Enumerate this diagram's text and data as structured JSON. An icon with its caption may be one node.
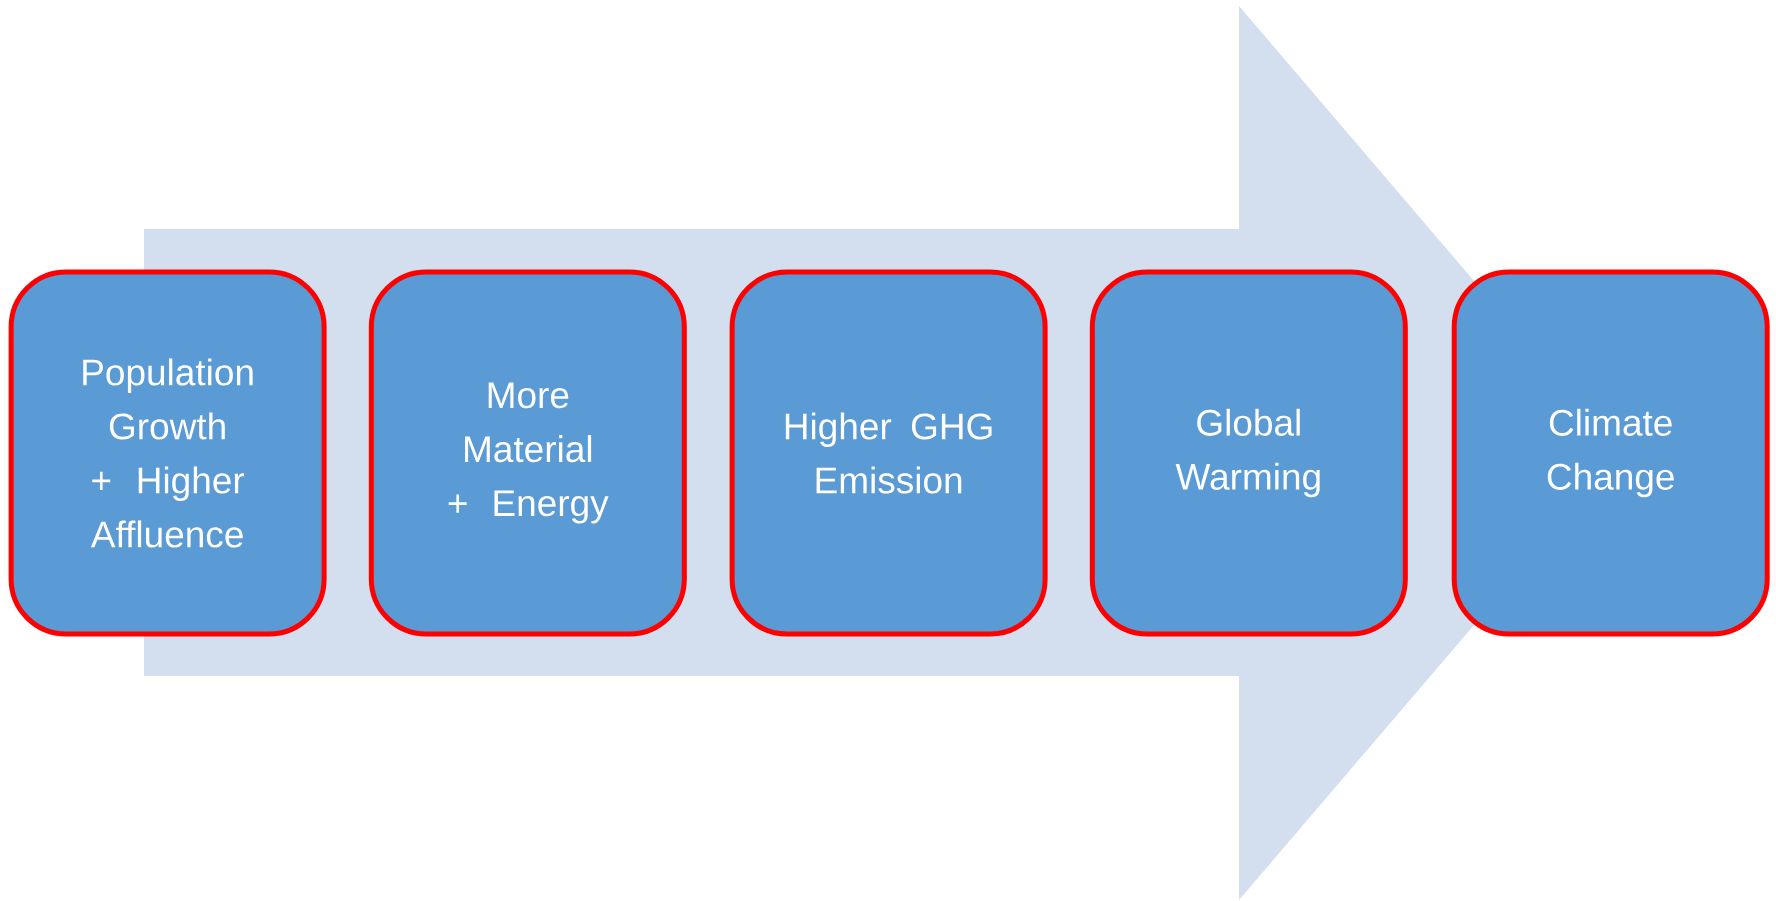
{
  "diagram": {
    "nodes": [
      {
        "text": [
          "Population Growth + Higher Affluence"
        ]
      },
      {
        "text": [
          "More Material + Energy"
        ]
      },
      {
        "text": [
          "Higher GHG Emission"
        ]
      },
      {
        "text": [
          "Global Warming"
        ]
      },
      {
        "text": [
          "Climate Change"
        ]
      }
    ],
    "edges": [
      {
        "from": 0,
        "to": 4,
        "arrow": "to"
      }
    ]
  }
}
